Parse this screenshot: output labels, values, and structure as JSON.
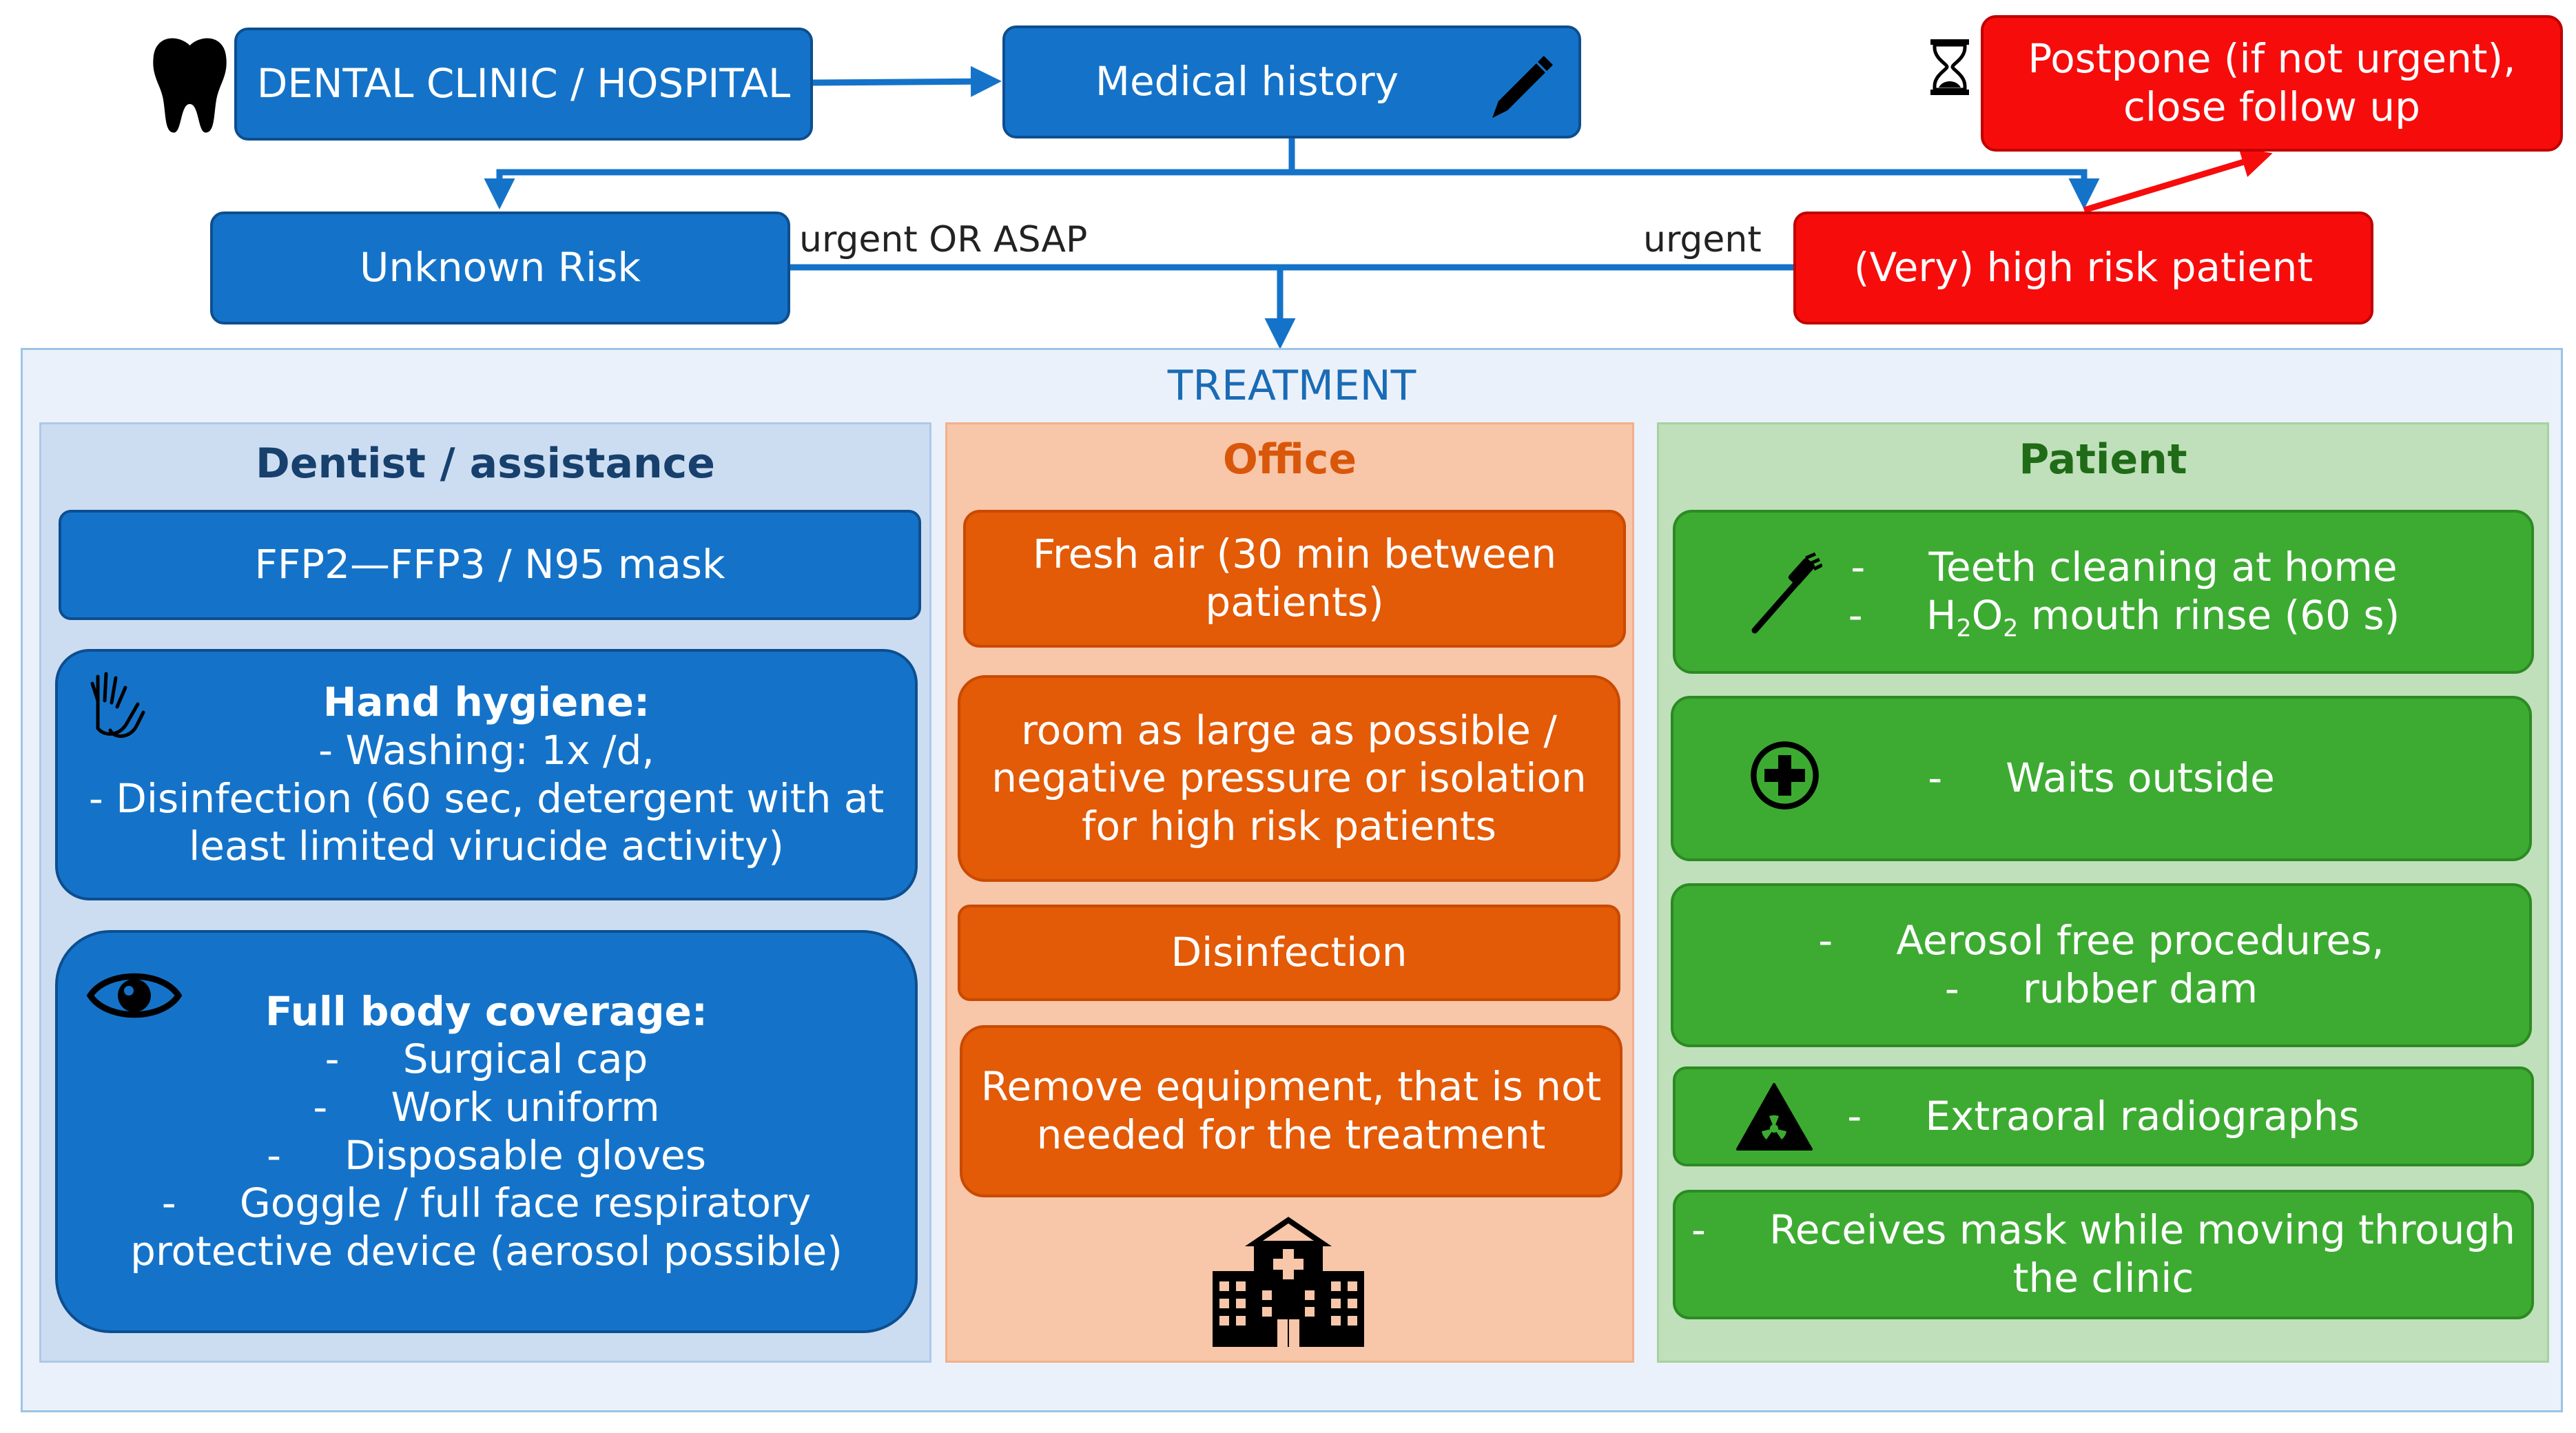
{
  "top": {
    "clinic": "DENTAL CLINIC / HOSPITAL",
    "history": "Medical history",
    "postpone": [
      "Postpone (if not urgent),",
      "close follow up"
    ]
  },
  "risk": {
    "unknown": "Unknown Risk",
    "high": "(Very) high risk patient",
    "label_left": "urgent OR ASAP",
    "label_right": "urgent"
  },
  "treatment": {
    "title": "TREATMENT",
    "dentist": {
      "title": "Dentist / assistance",
      "mask": "FFP2—FFP3 / N95 mask",
      "hand_title": "Hand hygiene:",
      "hand_lines": [
        "- Washing: 1x /d,",
        "- Disinfection (60 sec, detergent with at",
        "least limited virucide activity)"
      ],
      "body_title": "Full body coverage:",
      "body_lines": [
        "-     Surgical cap",
        "-     Work uniform",
        "-     Disposable gloves",
        "-     Goggle / full face respiratory",
        "protective device (aerosol possible)"
      ]
    },
    "office": {
      "title": "Office",
      "items": [
        [
          "Fresh air (30 min between",
          "patients)"
        ],
        [
          "room as large as possible /",
          "negative pressure or isolation",
          "for high risk patients"
        ],
        [
          "Disinfection"
        ],
        [
          "Remove equipment, that is not",
          "needed for the treatment"
        ]
      ]
    },
    "patient": {
      "title": "Patient",
      "cleaning": "-     Teeth cleaning at home",
      "rinse_prefix": "-     H",
      "rinse_sub1": "2",
      "rinse_mid": "O",
      "rinse_sub2": "2",
      "rinse_suffix": " mouth rinse (60 s)",
      "waits": "-     Waits outside",
      "aerosol": [
        "-     Aerosol free procedures,",
        "-     rubber dam"
      ],
      "radiographs": "-     Extraoral radiographs",
      "mask": [
        "-     Receives mask while moving through",
        "the clinic"
      ]
    }
  },
  "icons": [
    "tooth-icon",
    "pencil-icon",
    "hourglass-icon",
    "hand-icon",
    "eye-icon",
    "hospital-icon",
    "toothbrush-icon",
    "medical-cross-icon",
    "radiation-icon"
  ],
  "colors": {
    "blue": "#1473C9",
    "red": "#F70C0C",
    "orange": "#E35A07",
    "green": "#3DAB32",
    "dentist_panel": "#CCDDF2",
    "office_panel": "#F8C6A8",
    "patient_panel": "#BFE0BA",
    "treatment_panel": "#EBF1FA"
  }
}
